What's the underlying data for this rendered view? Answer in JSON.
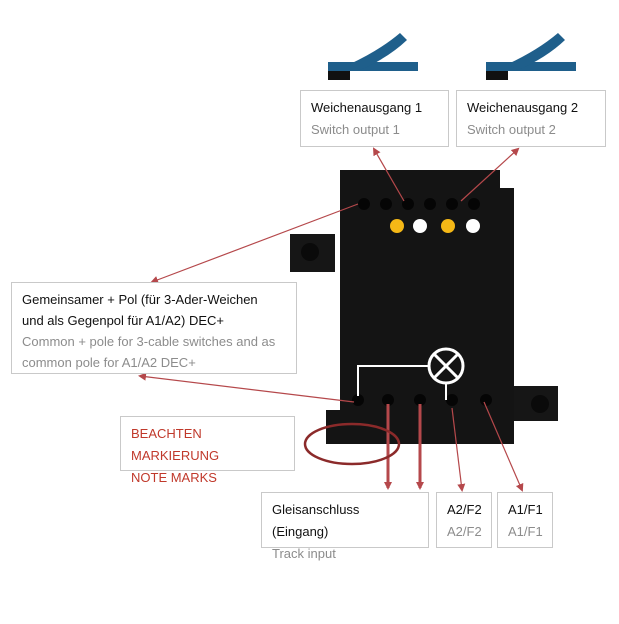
{
  "labels": {
    "switch_output_1": {
      "de": "Weichenausgang 1",
      "en": "Switch output 1"
    },
    "switch_output_2": {
      "de": "Weichenausgang 2",
      "en": "Switch output 2"
    },
    "common_pole": {
      "de_line1": "Gemeinsamer + Pol (für 3-Ader-Weichen",
      "de_line2": "und als Gegenpol für A1/A2) DEC+",
      "en_line1": "Common + pole for 3-cable switches and as",
      "en_line2": "common pole for A1/A2 DEC+"
    },
    "note": {
      "de": "BEACHTEN MARKIERUNG",
      "en": "NOTE MARKS"
    },
    "track_input": {
      "de": "Gleisanschluss (Eingang)",
      "en": "Track input"
    },
    "a2f2": {
      "de": "A2/F2",
      "en": "A2/F2"
    },
    "a1f1": {
      "de": "A1/F1",
      "en": "A1/F1"
    }
  },
  "colors": {
    "arrow": "#b5484b",
    "track_blue": "#1f5f8b",
    "led_yellow": "#f5b816",
    "led_white": "#ffffff",
    "module_black": "#141414",
    "note_red": "#c0392b",
    "ellipse": "#8b2a2a"
  },
  "icons": [
    "switch-turnout-icon",
    "lamp-symbol-icon"
  ]
}
